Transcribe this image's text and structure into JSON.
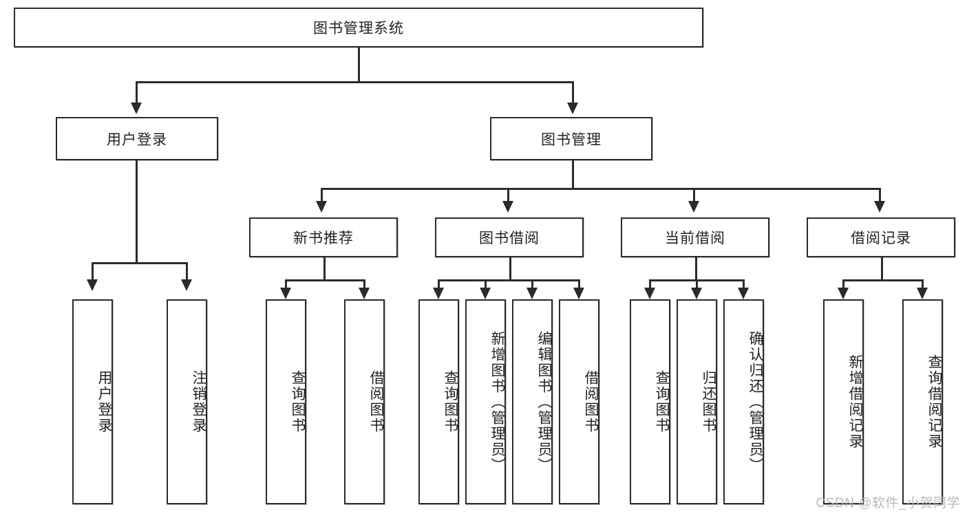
{
  "diagram": {
    "type": "tree",
    "title": "图书管理系统",
    "root": {
      "id": "root",
      "label": "图书管理系统",
      "orientation": "horizontal"
    },
    "level2": [
      {
        "id": "user-login",
        "label": "用户登录",
        "orientation": "horizontal"
      },
      {
        "id": "book-manage",
        "label": "图书管理",
        "orientation": "horizontal"
      }
    ],
    "level3": [
      {
        "id": "new-book-recommend",
        "label": "新书推荐",
        "orientation": "horizontal",
        "parent": "book-manage"
      },
      {
        "id": "book-borrow",
        "label": "图书借阅",
        "orientation": "horizontal",
        "parent": "book-manage"
      },
      {
        "id": "current-borrow",
        "label": "当前借阅",
        "orientation": "horizontal",
        "parent": "book-manage"
      },
      {
        "id": "borrow-record",
        "label": "借阅记录",
        "orientation": "horizontal",
        "parent": "book-manage"
      }
    ],
    "leaves": [
      {
        "id": "leaf-user-login",
        "label": "用户登录",
        "orientation": "vertical",
        "parent": "user-login"
      },
      {
        "id": "leaf-user-logout",
        "label": "注销登录",
        "orientation": "vertical",
        "parent": "user-login"
      },
      {
        "id": "leaf-query-book-1",
        "label": "查询图书",
        "orientation": "vertical",
        "parent": "new-book-recommend"
      },
      {
        "id": "leaf-borrow-book-1",
        "label": "借阅图书",
        "orientation": "vertical",
        "parent": "new-book-recommend"
      },
      {
        "id": "leaf-query-book-2",
        "label": "查询图书",
        "orientation": "vertical",
        "parent": "book-borrow"
      },
      {
        "id": "leaf-add-book",
        "label": "新增图书（管理员）",
        "orientation": "vertical",
        "parent": "book-borrow"
      },
      {
        "id": "leaf-edit-book",
        "label": "编辑图书（管理员）",
        "orientation": "vertical",
        "parent": "book-borrow"
      },
      {
        "id": "leaf-borrow-book-2",
        "label": "借阅图书",
        "orientation": "vertical",
        "parent": "book-borrow"
      },
      {
        "id": "leaf-query-book-3",
        "label": "查询图书",
        "orientation": "vertical",
        "parent": "current-borrow"
      },
      {
        "id": "leaf-return-book",
        "label": "归还图书",
        "orientation": "vertical",
        "parent": "current-borrow"
      },
      {
        "id": "leaf-confirm-return",
        "label": "确认归还（管理员）",
        "orientation": "vertical",
        "parent": "current-borrow"
      },
      {
        "id": "leaf-add-record",
        "label": "新增借阅记录",
        "orientation": "vertical",
        "parent": "borrow-record"
      },
      {
        "id": "leaf-query-record",
        "label": "查询借阅记录",
        "orientation": "vertical",
        "parent": "borrow-record"
      }
    ]
  },
  "watermark": {
    "text": "CSDN @软件_小贺同学"
  },
  "colors": {
    "stroke": "#2b2b2b",
    "fill": "#ffffff",
    "text": "#222222",
    "watermark": "#b9b9b9"
  }
}
